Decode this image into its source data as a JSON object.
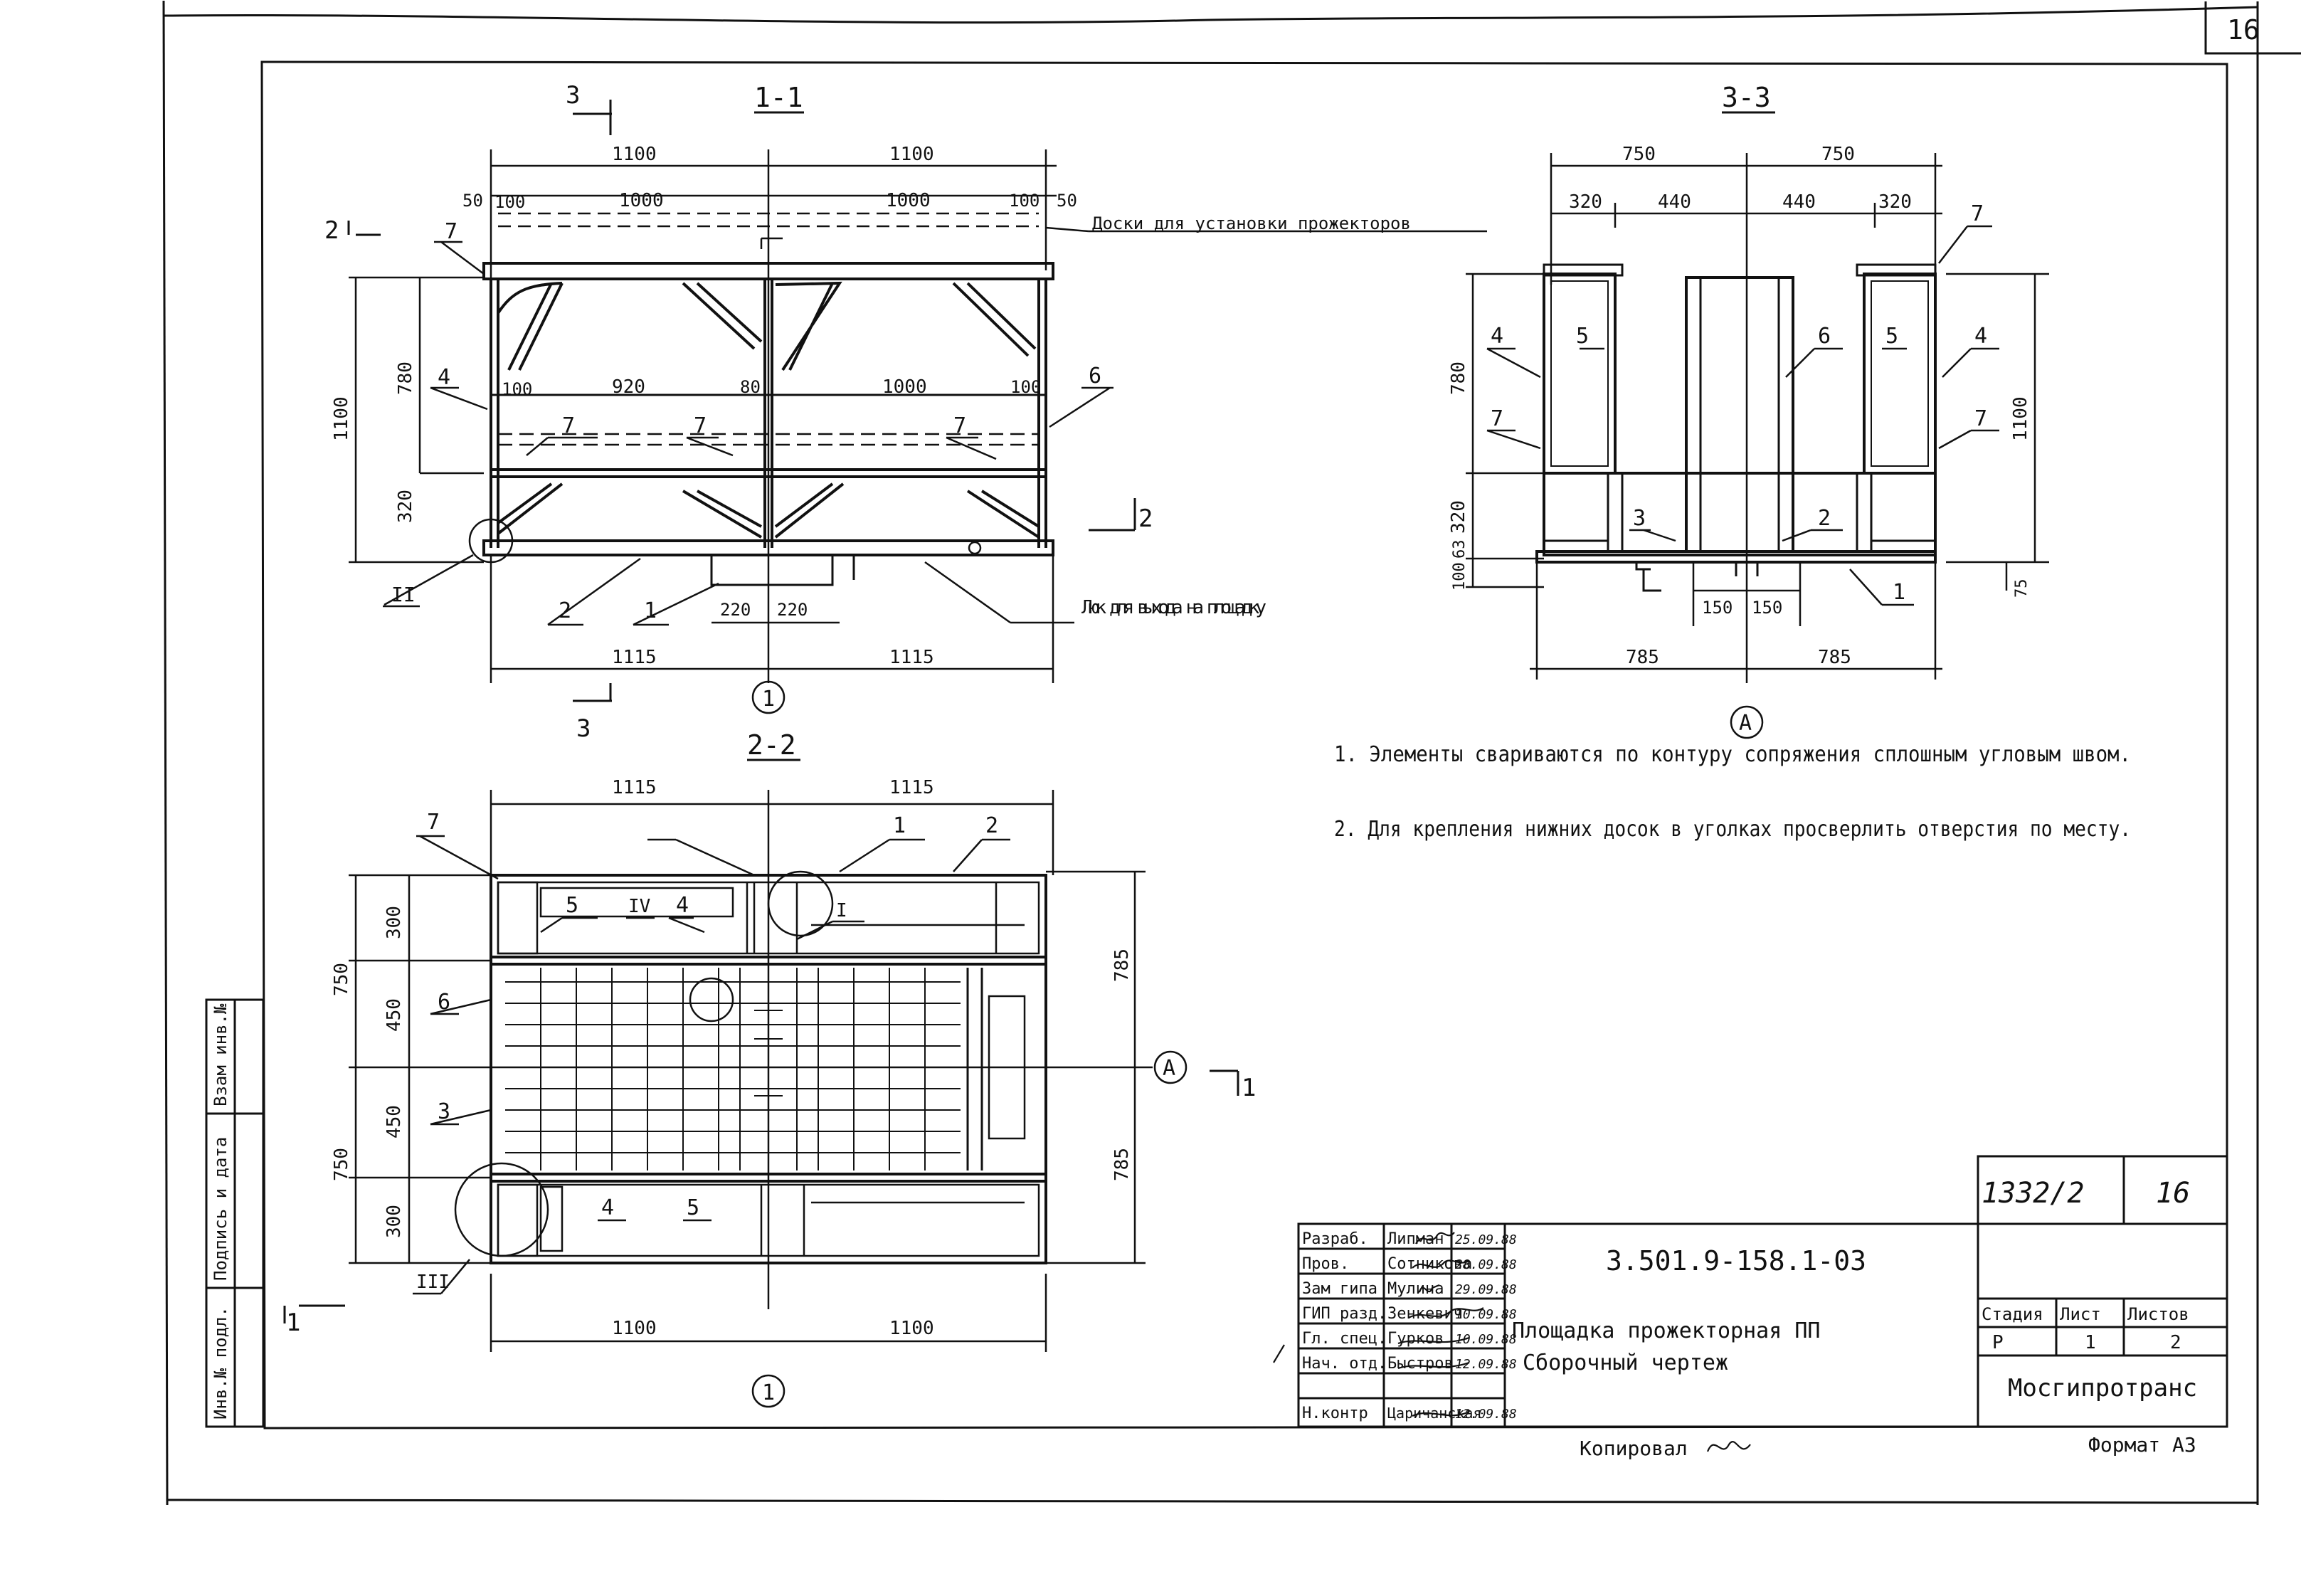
{
  "sheet": {
    "corner_number": "16",
    "stamp_number": "1332/2",
    "stamp_sheet": "16",
    "format_label": "Формат А3",
    "copied_label": "Копировал"
  },
  "views": {
    "v11": {
      "title": "1-1",
      "dims_top": [
        "1100",
        "1100"
      ],
      "dims_second": [
        "50",
        "100",
        "1000",
        "1000",
        "100",
        "50"
      ],
      "dims_mid": [
        "100",
        "920",
        "80",
        "1000",
        "100"
      ],
      "dims_left": [
        "1100",
        "780",
        "320"
      ],
      "dims_hatch": [
        "220",
        "220"
      ],
      "dims_bottom": [
        "1115",
        "1115"
      ],
      "note_boards": "Доски для установки прожекторов",
      "note_hatch": "Люк для выхода на площадку",
      "axis": "1",
      "node": "II"
    },
    "v33": {
      "title": "3-3",
      "dims_top": [
        "750",
        "750"
      ],
      "dims_second": [
        "320",
        "440",
        "440",
        "320"
      ],
      "dims_left": [
        "780",
        "320",
        "100",
        "63"
      ],
      "dims_right": [
        "1100",
        "75"
      ],
      "dims_center": [
        "150",
        "150"
      ],
      "dims_bottom": [
        "785",
        "785"
      ],
      "axis": "A"
    },
    "v22": {
      "title": "2-2",
      "dims_top": [
        "1115",
        "1115"
      ],
      "dims_left": [
        "750",
        "300",
        "450",
        "450",
        "750",
        "300"
      ],
      "dims_right": [
        "785",
        "785"
      ],
      "dims_bottom": [
        "1100",
        "1100"
      ],
      "axis_bottom": "1",
      "axis_right": "A",
      "nodes": [
        "I",
        "III",
        "IV"
      ]
    }
  },
  "section_marks": [
    "3",
    "3",
    "2",
    "2",
    "1",
    "1"
  ],
  "notes": [
    "1. Элементы свариваются по контуру сопряжения сплошным угловым швом.",
    "2. Для крепления нижних досок в уголках просверлить отверстия по месту."
  ],
  "side_stamp": [
    "Инв.№ подл.",
    "Подпись и дата",
    "Взам инв.№"
  ],
  "title_block": {
    "doc_code": "3.501.9-158.1-03",
    "title_line1": "Площадка прожекторная ПП",
    "title_line2": "Сборочный чертеж",
    "org": "Мосгипротранс",
    "stage_header": "Стадия",
    "sheet_header": "Лист",
    "sheets_header": "Листов",
    "stage": "Р",
    "sheet": "1",
    "sheets": "2",
    "rows": [
      {
        "role": "Разраб.",
        "name": "Липман",
        "date": "25.09.88"
      },
      {
        "role": "Пров.",
        "name": "Сотникова",
        "date": "28.09.88"
      },
      {
        "role": "Зам гипа",
        "name": "Мулина",
        "date": "29.09.88"
      },
      {
        "role": "ГИП разд.",
        "name": "Зенкевич",
        "date": "10.09.88"
      },
      {
        "role": "Гл. спец.",
        "name": "Гурков",
        "date": "10.09.88"
      },
      {
        "role": "Нач. отд.",
        "name": "Быстров",
        "date": "12.09.88"
      },
      {
        "role": "Н.контр",
        "name": "Царичанская",
        "date": "12.09.88"
      }
    ]
  },
  "colors": {
    "ink": "#111111",
    "paper": "#ffffff"
  }
}
